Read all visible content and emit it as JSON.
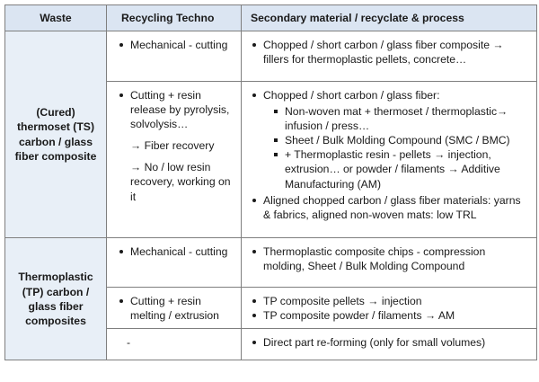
{
  "headers": {
    "waste": "Waste",
    "tech": "Recycling Techno",
    "material": "Secondary material / recyclate & process"
  },
  "groups": {
    "ts": "(Cured) thermoset (TS) carbon / glass fiber composite",
    "tp": "Thermoplastic (TP) carbon / glass fiber composites"
  },
  "rows": {
    "r1": {
      "tech": "Mechanical - cutting",
      "items": [
        "Chopped / short carbon / glass fiber composite → fillers for thermoplastic pellets, concrete…"
      ]
    },
    "r2": {
      "tech": "Cutting + resin release by pyrolysis, solvolysis…",
      "tech_sub1": "→ Fiber recovery",
      "tech_sub2": "→ No / low resin recovery, working on it",
      "item1": "Chopped / short carbon / glass fiber:",
      "sub_items": [
        "Non-woven mat + thermoset / thermoplastic→ infusion / press…",
        "Sheet / Bulk Molding Compound (SMC / BMC)",
        "+ Thermoplastic resin - pellets → injection, extrusion… or powder / filaments →  Additive Manufacturing (AM)"
      ],
      "item2": "Aligned chopped carbon / glass fiber materials: yarns & fabrics, aligned non-woven mats: low TRL"
    },
    "r3": {
      "tech": "Mechanical - cutting",
      "items": [
        "Thermoplastic composite chips - compression molding, Sheet / Bulk Molding Compound"
      ]
    },
    "r4": {
      "tech": "Cutting + resin melting / extrusion",
      "items": [
        "TP composite pellets → injection",
        "TP composite powder / filaments → AM"
      ]
    },
    "r5": {
      "tech": "-",
      "items": [
        "Direct part re-forming (only for small volumes)"
      ]
    }
  }
}
